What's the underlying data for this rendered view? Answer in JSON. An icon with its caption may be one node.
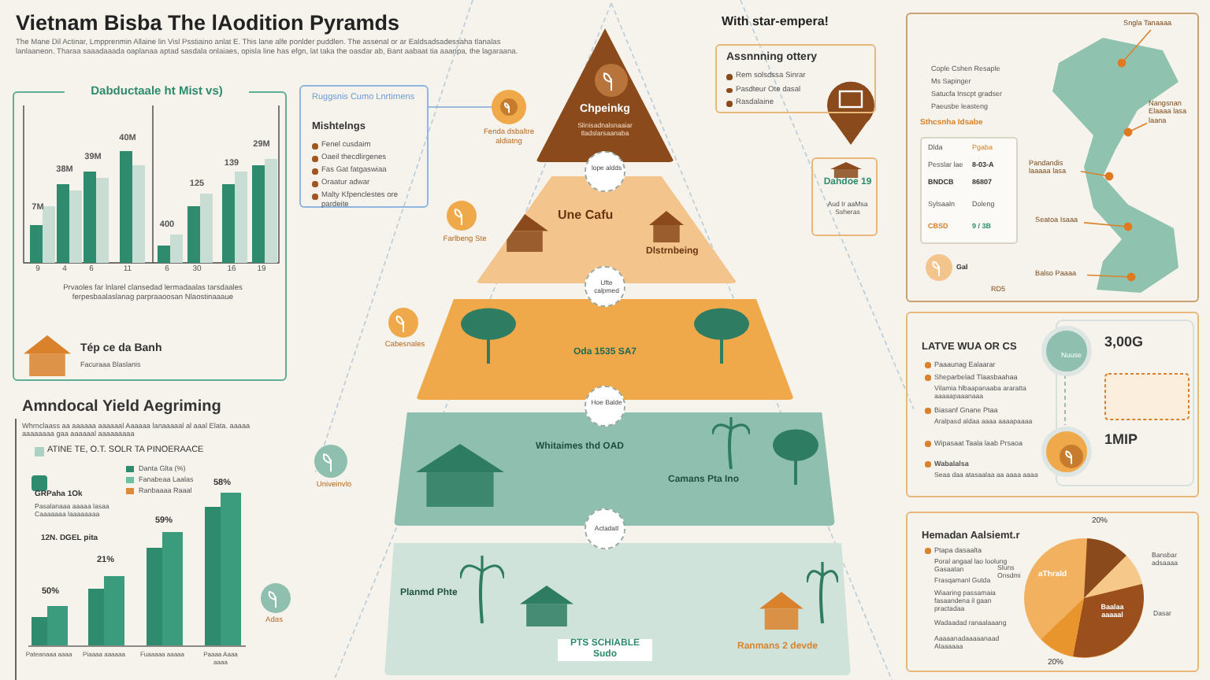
{
  "diagram": {
    "title": "Vietnam Bisba The lAodition Pyramds",
    "nodes": [
      {
        "text": [
          "Dabductaale ht Mist vs)",
          "7M",
          "38M",
          "39M",
          "40M",
          "400",
          "125",
          "139",
          "29M",
          "9",
          "4",
          "6",
          "11",
          "6",
          "30",
          "16",
          "19",
          "Prvaoles far lnlarel clansedad lermadaalas tarsdaales ferpesbaalaslanag parpraaoosan Nlaostinaaaue",
          "Tép ce da Banh",
          "Facuraaa Blaslanis"
        ]
      },
      {
        "text": [
          "Ruggsnis Cumo Lnrtirnens",
          "Mishtelngs",
          "Fenel cusdaim",
          "Oaeil thecdlirgenes",
          "Fas Gat fatgaswiaa",
          "Oraatur adwar",
          "Malty Kfpenclestes ore pardeite"
        ]
      },
      {
        "text": [],
        "shape": "circle",
        "beside": [
          "Fenda dsbaltre aldiatng"
        ]
      },
      {
        "text": [
          "Chpeinkg",
          "Slinisadnalsnaaiar tladslarsaanaba"
        ]
      },
      {
        "text": [
          "lope aldds"
        ]
      },
      {
        "text": [
          "Une Cafu",
          "Dlstrnbeing"
        ]
      },
      {
        "text": [
          "Ufte calpmed"
        ]
      },
      {
        "text": [
          "Oda 1535 SA7"
        ]
      },
      {
        "text": [
          "Hoe Balde"
        ]
      },
      {
        "text": [
          "Whitaimes thd OAD",
          "Camans Pta Ino"
        ]
      },
      {
        "text": [
          "Actadatl"
        ]
      },
      {
        "text": [
          "Planmd Phte",
          "PTS SCHIABLE Sudo",
          "Ranmans 2 devde"
        ]
      },
      {
        "text": [
          "Assnnning ottery",
          "Rem solsdssa Sinrar",
          "Pasdteur Ote dasal",
          "Rasdalaine"
        ]
      },
      {
        "text": [
          "Dahdoe 19",
          "Aud Ir aaMsa Ssheras"
        ]
      },
      {
        "text": [
          "Cople Cshen Resaple",
          "Ms Sapinger",
          "Satucfa Inscpt gradser",
          "Paeusbe leasteng",
          "Sthcsnha Idsabe",
          "Dlda",
          "Pgaba",
          "Pesslar lae",
          "8-03-A",
          "BNDCB",
          "86807",
          "Sylsaaln",
          "Doleng",
          "CBSD",
          "9 / 3B",
          "Gal",
          "RD5"
        ]
      },
      {
        "text": [
          "Sngla Tanaaaa"
        ],
        "in": 14
      },
      {
        "text": [
          "Nangsnan Elaaaa lasa laana"
        ],
        "in": 14
      },
      {
        "text": [
          "Pandandis laaaaa lasa"
        ],
        "in": 14
      },
      {
        "text": [
          "Seatoa Isaaa"
        ],
        "in": 14
      },
      {
        "text": [
          "Balso Paaaa"
        ],
        "in": 14
      },
      {
        "text": [
          "LATVE WUA OR CS",
          "Paaaunag Ealaarar",
          "Sheparbelad Tlaasbaahaa",
          "Vilamia hlbaapanaaba araratta aaaaapaaanaaa",
          "Biasanf Gnane Ptaa",
          "Aralpasd aldaa aaaa aaaapaaaa",
          "Wipasaat Taala laab Prsaoa",
          "Wabalalsa",
          "Seaa daa atasaalaa aa aaaa aaaa",
          "3,00G",
          "1MIP"
        ]
      },
      {
        "text": [
          "Nuuse"
        ],
        "in": 20
      },
      {
        "text": [],
        "shape": "circle",
        "in": 20
      },
      {
        "text": [
          "Hemadan Aalsiemt.r",
          "Ptapa dasaalta",
          "Poral angaal lao loolung Gasaatan",
          "Frasqamanl Gutda",
          "Wiaaring passamaia fasaandena il gaan practadaa",
          "Wadaadad ranaalaaang",
          "Aaaaanadaaaaanaad Alaaaaaa",
          "20%",
          "20%",
          "Sluns Onsdmi",
          "Bansbar adsaaaa",
          "Dasar",
          "aThrald",
          "Baalaa aaaaal"
        ]
      }
    ],
    "edges": [
      {
        "from": 1,
        "to": 2,
        "arrow": "none",
        "color": "#7fa7d6"
      },
      {
        "from": 15,
        "to": null,
        "arrow": "other"
      },
      {
        "from": 16,
        "to": null,
        "arrow": "other"
      },
      {
        "from": 17,
        "to": null,
        "arrow": "other"
      },
      {
        "from": 18,
        "to": null,
        "arrow": "other"
      },
      {
        "from": 19,
        "to": null,
        "arrow": "other"
      },
      {
        "from": 21,
        "to": 22,
        "arrow": "none",
        "style": "dashed",
        "color": "#8fa8a0"
      }
    ],
    "labels": [
      "The Mane Dil Actinar, Lmpprenmin Allaine lin Visl Psstiaino anlat E. This lane alfe ponlder puddlen. The assenal or ar Ealdsadsadessaha tlanalas lanlaaneon. Tharaa saaadaaada oaplanaa aptad sasdala onlaiaes, opisla line has efgn, lat taka the oasdar ab, Bant aabaat tia aaanpa, the lagaraana.",
      "Farlbeng Ste",
      "Cabesnales",
      "With star-empera!",
      "Amndocal Yield Aegriming",
      "Whrnclaass aa aaaaaa aaaaaal Aaaaaa lanaaaaal al aaal Elata. aaaaa aaaaaaaa gaa aaaaaal aaaaaaaaa",
      "ATINE TE, O.T. SOLR TA PINOERAACE",
      "GRPaha 1Ok",
      "Pasalanaaa aaaaa lasaa Caaaaaaa laaaaaaaa",
      "12N. DGEL pita",
      "50%",
      "21%",
      "59%",
      "58%",
      "Pateanaaa aaaa",
      "Piaaaa aaaaaa",
      "Fuaaaaa aaaaa",
      "Paaaa Aaaa aaaa",
      "Univeinvlo",
      "Adas"
    ],
    "legend": [
      {
        "text": "Danta Glta (%)",
        "color": "#2e8b6e"
      },
      {
        "text": "Fanabeaa Laalas",
        "color": "#6fbfa3"
      },
      {
        "text": "Ranbaaaa Raaal",
        "color": "#d98a3a"
      }
    ]
  }
}
